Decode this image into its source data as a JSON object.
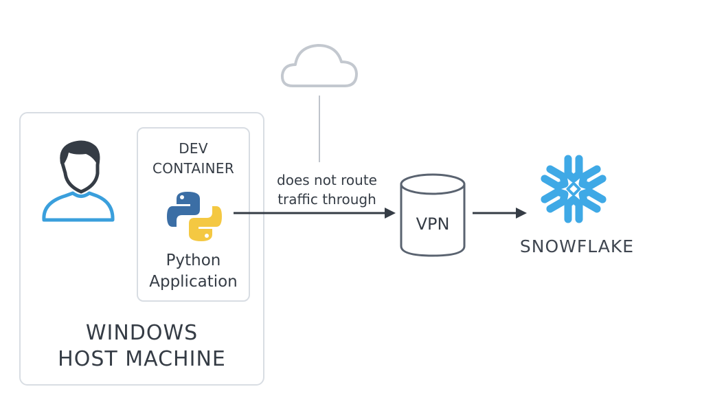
{
  "diagram": {
    "host": {
      "label_line1": "WINDOWS",
      "label_line2": "HOST MACHINE"
    },
    "dev_container": {
      "label_line1": "DEV",
      "label_line2": "CONTAINER"
    },
    "app": {
      "label_line1": "Python",
      "label_line2": "Application",
      "icon": "python-logo-icon"
    },
    "user": {
      "icon": "user-icon"
    },
    "cloud": {
      "icon": "cloud-icon"
    },
    "connection": {
      "label_line1": "does not route",
      "label_line2": "traffic through"
    },
    "vpn": {
      "label": "VPN",
      "icon": "cylinder-icon"
    },
    "snowflake": {
      "label": "SNOWFLAKE",
      "icon": "snowflake-logo-icon"
    },
    "colors": {
      "text": "#353c45",
      "border": "#d8dde3",
      "accent_blue": "#3a9fdc",
      "snowflake_blue": "#3fa9e6",
      "python_blue": "#3b6ea5",
      "python_yellow": "#f4c842",
      "cloud_gray": "#c3c8cf"
    }
  }
}
